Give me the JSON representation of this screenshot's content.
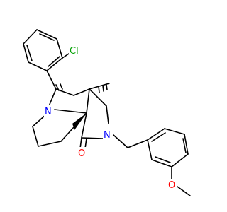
{
  "molecule": {
    "atoms": {
      "cl": "Cl",
      "n_ring": "N",
      "n_lactam": "N",
      "o_carbonyl": "O",
      "o_methoxy": "O"
    },
    "colors": {
      "bond": "#000000",
      "nitrogen": "#0000ff",
      "oxygen": "#ff0000",
      "chlorine": "#00a000",
      "background": "#ffffff"
    }
  }
}
